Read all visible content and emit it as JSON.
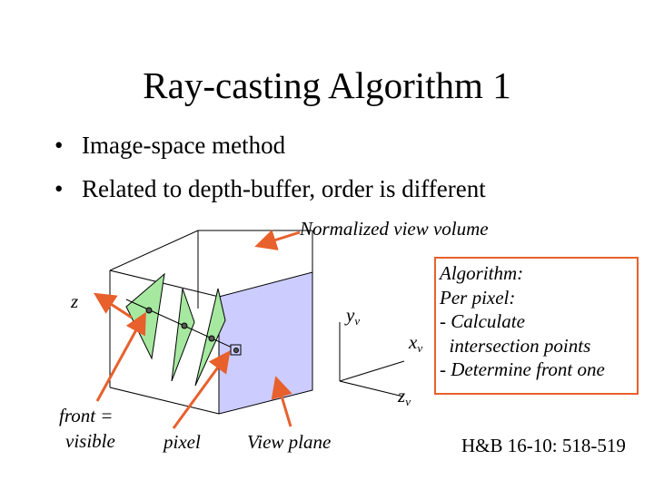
{
  "slide": {
    "title": "Ray-casting Algorithm 1",
    "bullets": [
      {
        "marker": "•",
        "text": "Image-space method"
      },
      {
        "marker": "•",
        "text": "Related to depth-buffer, order is different"
      }
    ]
  },
  "diagram": {
    "volume_label": "Normalized view volume",
    "z_label": "z",
    "yv_base": "y",
    "yv_sub": "v",
    "xv_base": "x",
    "xv_sub": "v",
    "zv_base": "z",
    "zv_sub": "v",
    "front_label_line1": "front =",
    "front_label_line2": "visible",
    "pixel_label": "pixel",
    "view_plane_label": "View plane"
  },
  "algorithm": {
    "lines": [
      "Algorithm:",
      "Per pixel:",
      "- Calculate",
      "  intersection points",
      "- Determine front one"
    ]
  },
  "reference": "H&B 16-10: 518-519",
  "colors": {
    "arrow": "#e8602c",
    "triangle_fill": "#a6e8a0",
    "view_plane_fill": "#ccccff",
    "box_border": "#e8602c"
  }
}
